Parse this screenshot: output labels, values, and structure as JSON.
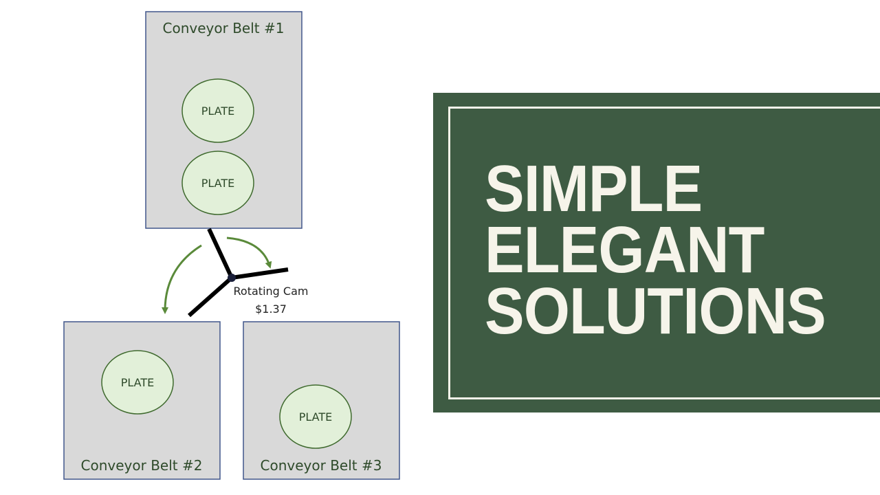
{
  "diagram": {
    "belts": [
      {
        "label": "Conveyor Belt #1",
        "plates": [
          "PLATE",
          "PLATE"
        ]
      },
      {
        "label": "Conveyor Belt #2",
        "plates": [
          "PLATE"
        ]
      },
      {
        "label": "Conveyor Belt #3",
        "plates": [
          "PLATE"
        ]
      }
    ],
    "cam": {
      "label": "Rotating Cam",
      "price": "$1.37"
    }
  },
  "banner": {
    "lines": [
      "SIMPLE",
      "ELEGANT",
      "SOLUTIONS"
    ]
  },
  "colors": {
    "belt_fill": "#d9d9d9",
    "belt_stroke": "#41568b",
    "plate_fill": "#e2f0d9",
    "plate_stroke": "#3f6a2e",
    "arrow": "#5a8a3a",
    "banner_bg": "#3e5b43",
    "banner_text": "#f6f4ea"
  }
}
